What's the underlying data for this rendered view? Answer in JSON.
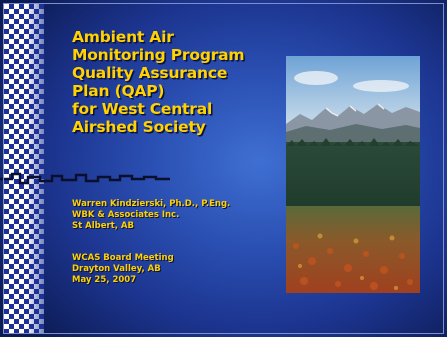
{
  "slide": {
    "title_lines": [
      "Ambient Air",
      "Monitoring Program",
      "Quality Assurance",
      "Plan (QAP)",
      "for West Central",
      "Airshed Society"
    ],
    "presenter_lines": [
      "Warren Kindzierski, Ph.D., P.Eng.",
      "WBK & Associates Inc.",
      "St Albert, AB"
    ],
    "meeting_lines": [
      "WCAS Board Meeting",
      "Drayton Valley, AB",
      "May 25, 2007"
    ]
  },
  "colors": {
    "title_text": "#ffd200",
    "background_center": "#3f6fd2",
    "background_edge": "#0c1a52",
    "checker_dark": "#1e2f9a",
    "checker_light": "#ffffff"
  },
  "icons": {
    "photo": "landscape-photo",
    "decoration": "checkered-border"
  }
}
